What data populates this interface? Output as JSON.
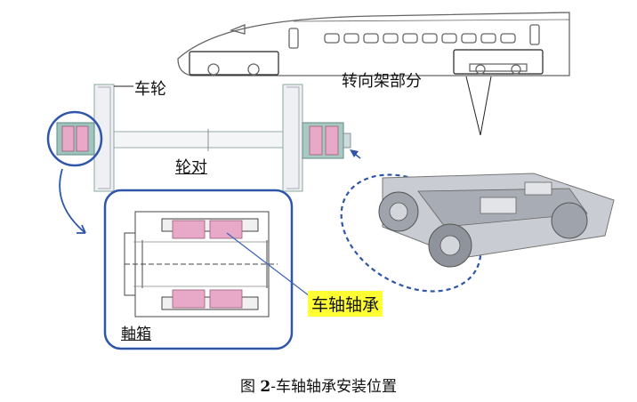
{
  "labels": {
    "wheel": "车轮",
    "bogie": "转向架部分",
    "wheelset": "轮对",
    "axle_bearing": "车轴轴承",
    "axle_box": "軸箱"
  },
  "caption": {
    "prefix": "图 ",
    "number": "2",
    "text": "-车轴轴承安装位置"
  },
  "colors": {
    "highlight": "#ffff33",
    "circle_blue": "#2f56a8",
    "bearing_pink": "#e8a8c8",
    "housing_teal": "#6fa8a0",
    "line_gray": "#555555"
  }
}
